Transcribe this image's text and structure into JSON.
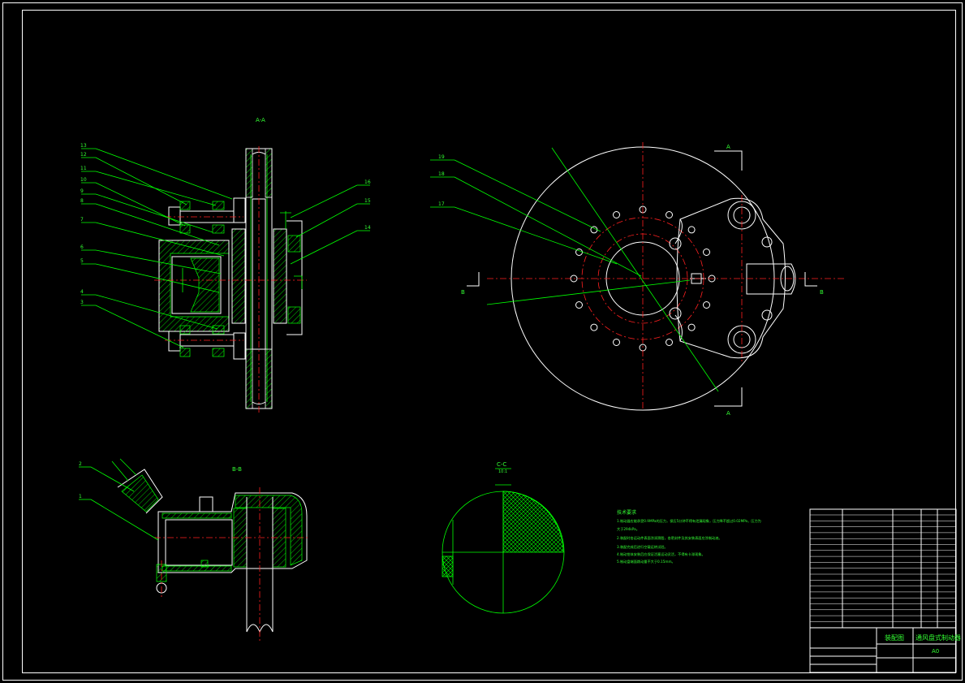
{
  "views": {
    "section_aa": "A-A",
    "section_bb": "B-B",
    "section_cc": "C-C",
    "section_cc_scale": "10:1"
  },
  "section_marks": {
    "a_top": "A",
    "a_bottom": "A",
    "b_left": "B",
    "b_right": "B"
  },
  "balloons_aa": [
    "13",
    "12",
    "11",
    "10",
    "9",
    "8",
    "7",
    "6",
    "5",
    "4",
    "3"
  ],
  "balloons_aa_right": [
    "16",
    "15",
    "14"
  ],
  "balloons_front": [
    "19",
    "18",
    "17"
  ],
  "balloons_bb": [
    "2",
    "1"
  ],
  "technical_requirements": {
    "title": "技术要求",
    "lines": [
      "1.制动器应能承受0.9MPa的压力，保压5分钟不得有泄漏现象，压力降不超过0.02MPa，压力为",
      "  大于294kPa。",
      "2.装配时各运动件表面涂润滑脂，各密封件及其安装表面应涂制动液。",
      "3.装配完成后进行空载运转试验。",
      "4.制动钳体安装后应保证活塞运动灵活，不得有卡滞现象。",
      "5.制动盘端面跳动量不大于0.15mm。"
    ]
  },
  "title_block": {
    "drawing_title": "通风盘式制动器",
    "drawing_type": "装配图",
    "sheet_size": "A0"
  }
}
